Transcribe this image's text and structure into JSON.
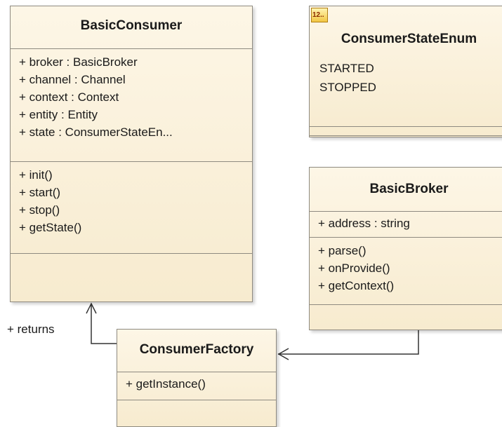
{
  "classes": {
    "basic_consumer": {
      "name": "BasicConsumer",
      "attributes": [
        "+ broker : BasicBroker",
        "+ channel : Channel",
        "+ context : Context",
        "+ entity : Entity",
        "+ state : ConsumerStateEn..."
      ],
      "operations": [
        "+ init()",
        "+ start()",
        "+ stop()",
        "+ getState()"
      ]
    },
    "consumer_state_enum": {
      "badge": "12..",
      "name": "ConsumerStateEnum",
      "literals": [
        "STARTED",
        "STOPPED"
      ]
    },
    "basic_broker": {
      "name": "BasicBroker",
      "attributes": [
        "+ address : string"
      ],
      "operations": [
        "+ parse()",
        "+ onProvide()",
        "+ getContext()"
      ]
    },
    "consumer_factory": {
      "name": "ConsumerFactory",
      "operations": [
        "+ getInstance()"
      ]
    }
  },
  "associations": {
    "factory_to_consumer_label": "+ returns"
  },
  "colors": {
    "class_fill_top": "#fdf6e6",
    "class_fill_bottom": "#f7ebcf",
    "class_border": "#8e8a80",
    "connector": "#333333"
  }
}
